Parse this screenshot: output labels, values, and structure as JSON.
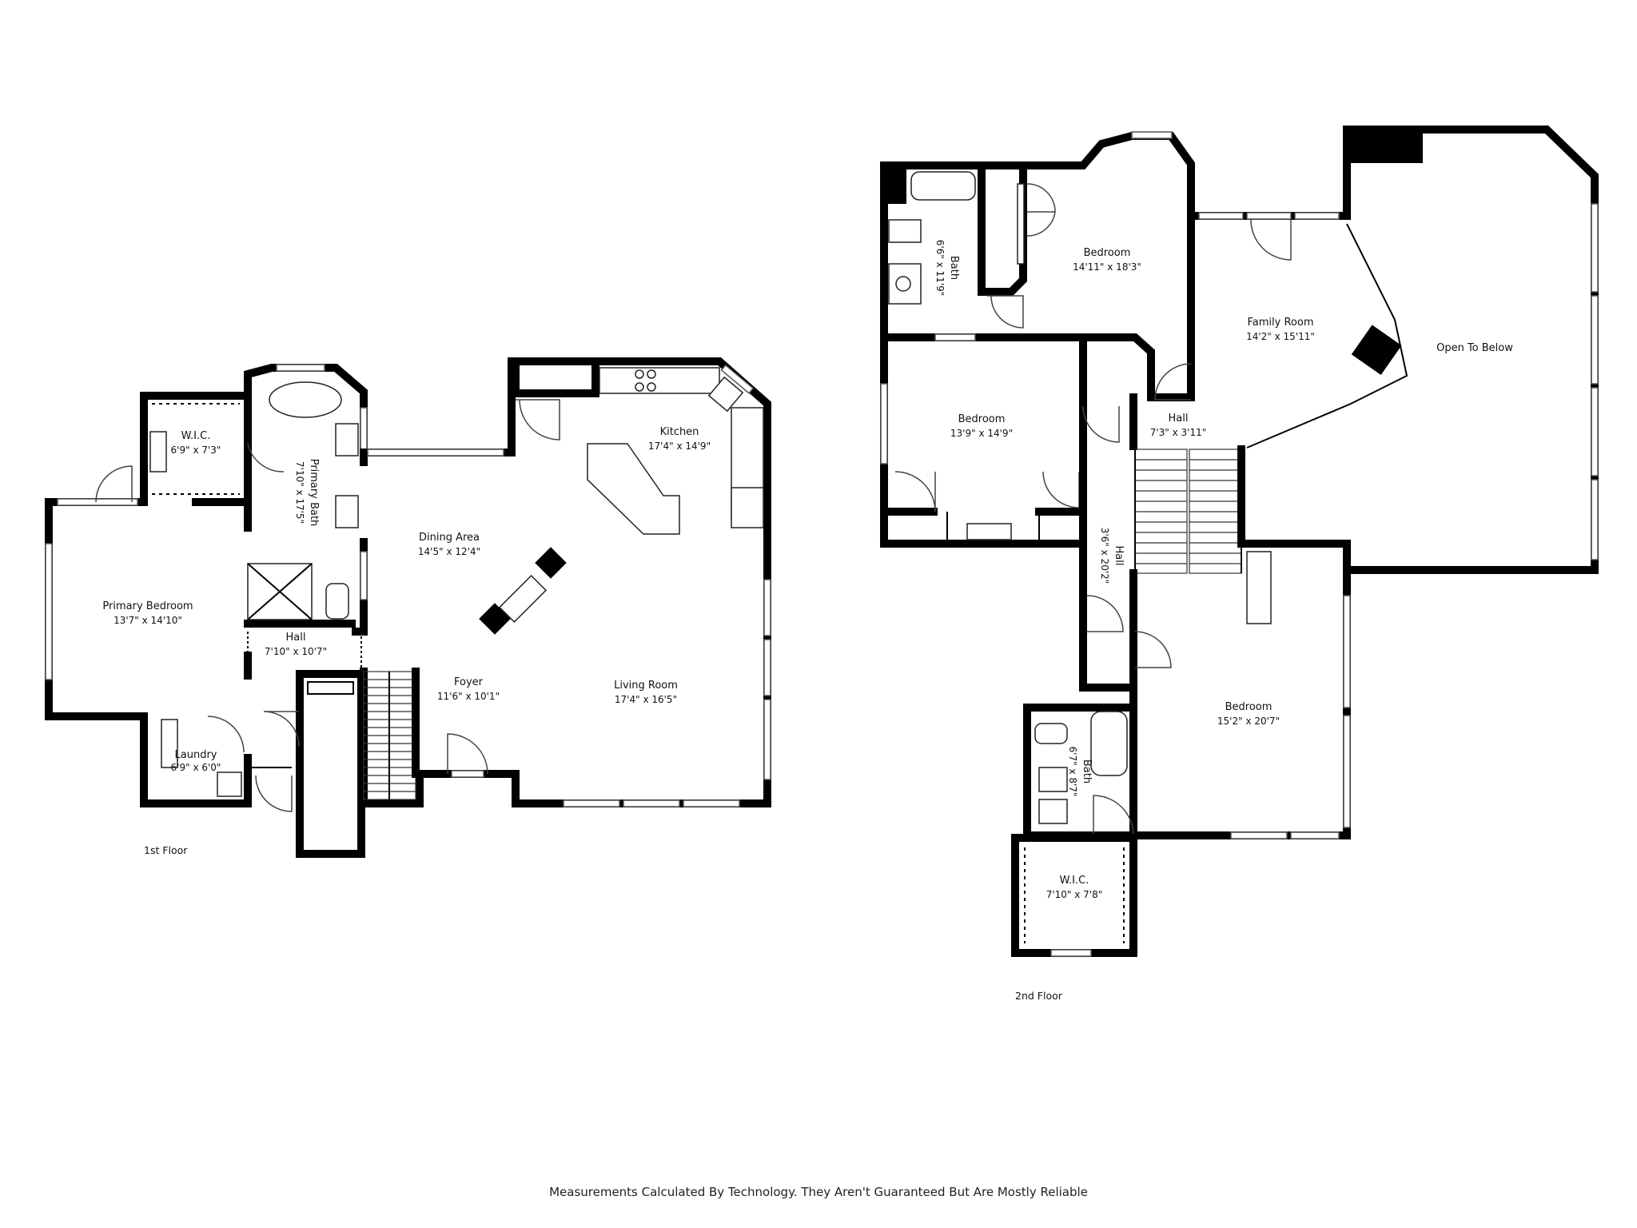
{
  "colors": {
    "wall": "#000000",
    "background": "#ffffff",
    "text": "#111111"
  },
  "floors": [
    {
      "label": "1st Floor",
      "rooms": [
        {
          "name": "W.I.C.",
          "dims": "6'9\" x 7'3\""
        },
        {
          "name": "Primary Bath",
          "dims": "7'10\" x 17'5\""
        },
        {
          "name": "Primary Bedroom",
          "dims": "13'7\" x 14'10\""
        },
        {
          "name": "Hall",
          "dims": "7'10\" x 10'7\""
        },
        {
          "name": "Laundry",
          "dims": "6'9\" x 6'0\""
        },
        {
          "name": "Dining Area",
          "dims": "14'5\" x 12'4\""
        },
        {
          "name": "Kitchen",
          "dims": "17'4\" x 14'9\""
        },
        {
          "name": "Foyer",
          "dims": "11'6\" x 10'1\""
        },
        {
          "name": "Living Room",
          "dims": "17'4\" x 16'5\""
        }
      ]
    },
    {
      "label": "2nd Floor",
      "rooms": [
        {
          "name": "Bath",
          "dims": "6'6\" x 11'9\""
        },
        {
          "name": "Bedroom",
          "dims": "14'11\" x 18'3\""
        },
        {
          "name": "Family Room",
          "dims": "14'2\" x 15'11\""
        },
        {
          "name": "Open To Below",
          "dims": ""
        },
        {
          "name": "Bedroom",
          "dims": "13'9\" x 14'9\""
        },
        {
          "name": "Hall",
          "dims": "7'3\" x 3'11\""
        },
        {
          "name": "Hall",
          "dims": "3'6\" x 20'2\""
        },
        {
          "name": "Bath",
          "dims": "6'7\" x 8'7\""
        },
        {
          "name": "Bedroom",
          "dims": "15'2\" x 20'7\""
        },
        {
          "name": "W.I.C.",
          "dims": "7'10\" x 7'8\""
        }
      ]
    }
  ],
  "disclaimer": "Measurements Calculated By Technology. They Aren't Guaranteed But Are Mostly Reliable"
}
